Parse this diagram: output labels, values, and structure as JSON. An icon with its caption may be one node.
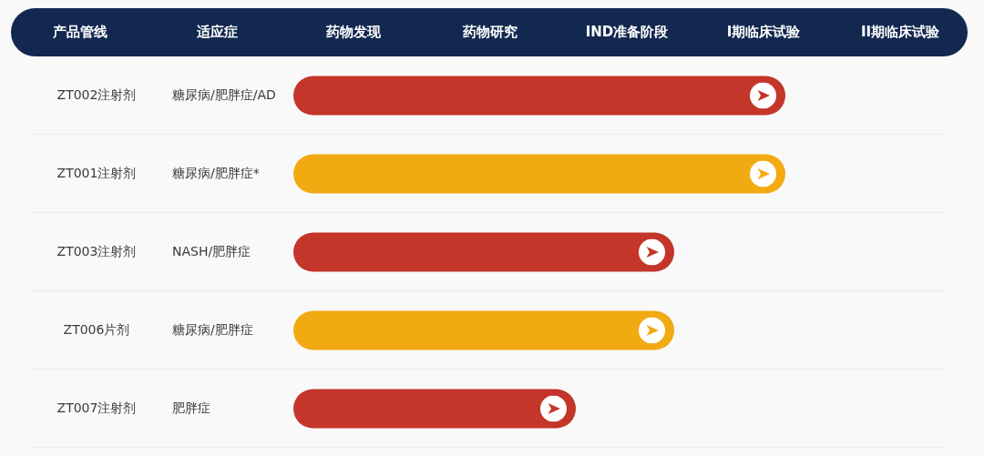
{
  "diagram": {
    "nodes": [
      {
        "text": [],
        "shape": "bar"
      },
      {
        "text": [],
        "shape": "bar"
      },
      {
        "text": [],
        "shape": "bar"
      },
      {
        "text": [],
        "shape": "bar"
      },
      {
        "text": [],
        "shape": "bar"
      }
    ],
    "labels": [
      "产品管线",
      "适应症",
      "药物发现",
      "药物研究",
      "IND准备阶段",
      "I期临床试验",
      "II期临床试验",
      "ZT002注射剂",
      "糖尿病/肥胖症/AD",
      "ZT001注射剂",
      "糖尿病/肥胖症*",
      "ZT003注射剂",
      "NASH/肥胖症",
      "ZT006片剂",
      "糖尿病/肥胖症",
      "ZT007注射剂",
      "肥胖症"
    ]
  }
}
